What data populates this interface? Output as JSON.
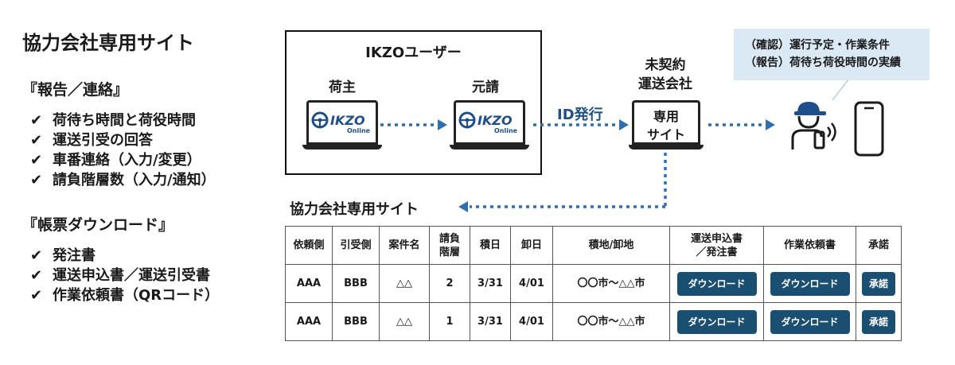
{
  "left_panel": {
    "title": "協力会社専用サイト",
    "report_section": {
      "heading": "『報告／連絡』",
      "items": [
        "荷待ち時間と荷役時間",
        "運送引受の回答",
        "車番連絡（入力/変更）",
        "請負階層数（入力/通知）"
      ]
    },
    "download_section": {
      "heading": "『帳票ダウンロード』",
      "items": [
        "発注書",
        "運送申込書／運送引受書",
        "作業依頼書（QRコード）"
      ]
    },
    "check_mark": "✔"
  },
  "flow": {
    "ikzo_user_label": "IKZOユーザー",
    "shipper_label": "荷主",
    "contractor_label": "元請",
    "logo_text": "IKZO",
    "logo_sub": "Online",
    "id_label": "ID発行",
    "carrier_label_line1": "未契約",
    "carrier_label_line2": "運送会社",
    "site_line1": "専用",
    "site_line2": "サイト",
    "callout_line1": "（確認）運行予定・作業条件",
    "callout_line2": "（報告）荷待ち荷役時間の実績"
  },
  "site_table": {
    "title": "協力会社専用サイト",
    "headers": [
      "依頼側",
      "引受側",
      "案件名",
      "請負\n階層",
      "積日",
      "卸日",
      "積地/卸地",
      "運送申込書\n／発注書",
      "作業依頼書",
      "承諾"
    ],
    "rows": [
      [
        "AAA",
        "BBB",
        "△△",
        "2",
        "3/31",
        "4/01",
        "〇〇市～△△市"
      ],
      [
        "AAA",
        "BBB",
        "△△",
        "1",
        "3/31",
        "4/01",
        "〇〇市～△△市"
      ]
    ],
    "download_label": "ダウンロード",
    "approve_label": "承諾"
  },
  "colors": {
    "accent": "#1f4f8a",
    "button": "#1b4f72",
    "callout_bg": "#dbe9f5",
    "dot_arrow": "#2f6fb0"
  }
}
